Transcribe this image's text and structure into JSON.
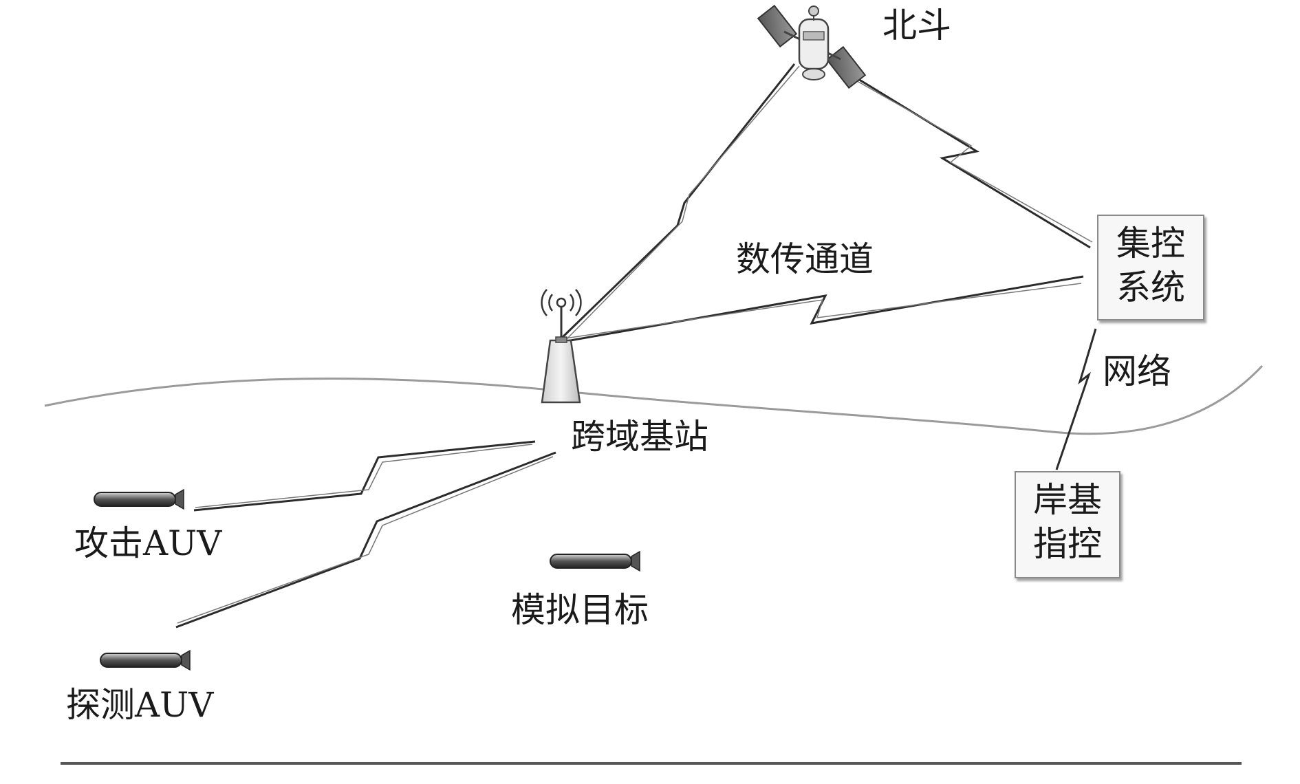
{
  "nodes": {
    "beidou": "北斗",
    "data_channel": "数传通道",
    "control_system": [
      "集控",
      "系统"
    ],
    "network": "网络",
    "base_station": "跨域基站",
    "shore_control": [
      "岸基",
      "指控"
    ],
    "attack_auv": "攻击AUV",
    "detect_auv": "探测AUV",
    "sim_target": "模拟目标"
  }
}
